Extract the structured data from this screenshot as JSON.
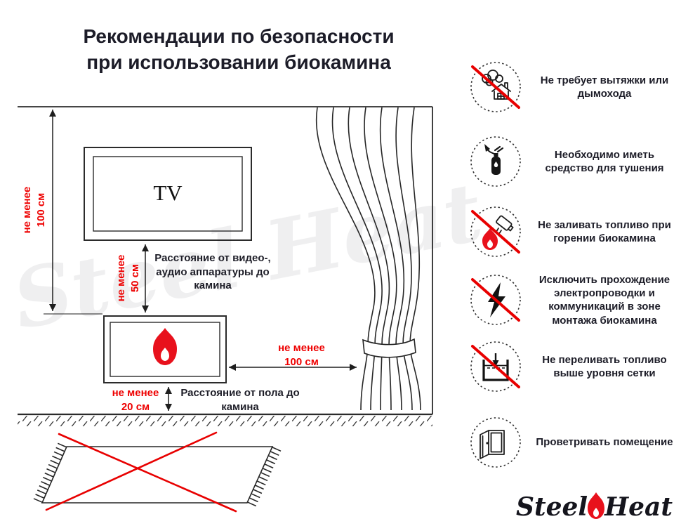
{
  "title": {
    "line1": "Рекомендации по безопасности",
    "line2": "при использовании биокамина"
  },
  "diagram": {
    "tv_label": "TV",
    "dims": {
      "ceiling": {
        "line1": "не менее",
        "line2": "100 см"
      },
      "tv_gap": {
        "line1": "не менее",
        "line2": "50 см"
      },
      "curtain": {
        "line1": "не менее",
        "line2": "100 см"
      },
      "floor": {
        "line1": "не менее",
        "line2": "20 см"
      }
    },
    "labels": {
      "equipment": "Расстояние от видео-, аудио аппаратуры до камина",
      "floor": "Расстояние от пола до камина"
    },
    "watermark": "Steel Heat"
  },
  "rules": [
    {
      "name": "no-chimney",
      "crossed": true,
      "text": "Не требует вытяжки или дымохода"
    },
    {
      "name": "extinguisher",
      "crossed": false,
      "text": "Необходимо иметь средство для тушения"
    },
    {
      "name": "no-refuel-while-burning",
      "crossed": true,
      "text": "Не заливать топливо при горении биокамина"
    },
    {
      "name": "no-wiring",
      "crossed": true,
      "text": "Исключить прохождение электропроводки и коммуникаций в зоне монтажа биокамина"
    },
    {
      "name": "no-overfill",
      "crossed": true,
      "text": "Не переливать топливо выше уровня сетки"
    },
    {
      "name": "ventilate",
      "crossed": false,
      "text": "Проветривать помещение"
    }
  ],
  "logo": {
    "steel": "Steel",
    "heat": "Heat"
  },
  "colors": {
    "accent_red": "#ee0000",
    "flame_red": "#e8111c",
    "text_dark": "#1d1d28"
  }
}
